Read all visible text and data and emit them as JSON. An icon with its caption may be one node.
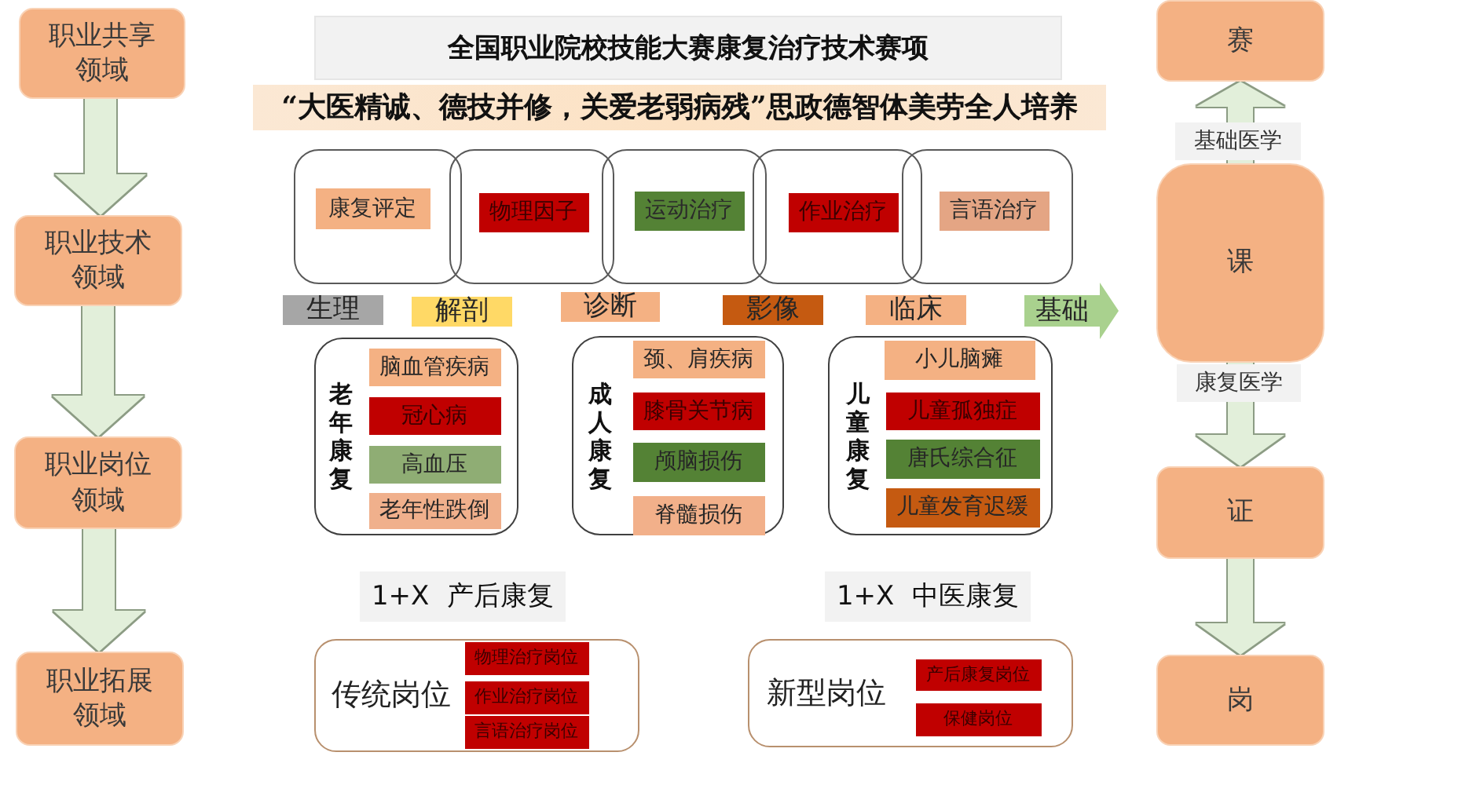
{
  "diagram": {
    "title": "全国职业院校技能大赛康复治疗技术赛项",
    "nodes": [
      {
        "text": [
          "职业共享领域"
        ]
      },
      {
        "text": [
          "职业技术领域"
        ]
      },
      {
        "text": [
          "职业岗位领域"
        ]
      },
      {
        "text": [
          "职业拓展领域"
        ]
      },
      {
        "text": [
          "“大医精诚、德技并修，关爱老弱病残”思政德智体美劳全人培养"
        ]
      },
      {
        "text": [],
        "shape": "box"
      },
      {
        "text": [
          "康复评定"
        ],
        "in": 5
      },
      {
        "text": [],
        "shape": "box"
      },
      {
        "text": [
          "物理因子"
        ],
        "in": 7
      },
      {
        "text": [],
        "shape": "box"
      },
      {
        "text": [
          "运动治疗"
        ],
        "in": 9
      },
      {
        "text": [],
        "shape": "box"
      },
      {
        "text": [
          "作业治疗"
        ],
        "in": 11
      },
      {
        "text": [],
        "shape": "box"
      },
      {
        "text": [
          "言语治疗"
        ],
        "in": 13
      },
      {
        "text": [
          "生理"
        ]
      },
      {
        "text": [
          "解剖"
        ]
      },
      {
        "text": [
          "诊断"
        ]
      },
      {
        "text": [
          "影像"
        ]
      },
      {
        "text": [
          "临床"
        ]
      },
      {
        "text": [
          "基础"
        ]
      },
      {
        "text": [
          "老年康复"
        ]
      },
      {
        "text": [
          "脑血管疾病"
        ],
        "in": 21
      },
      {
        "text": [
          "冠心病"
        ],
        "in": 21
      },
      {
        "text": [
          "高血压"
        ],
        "in": 21
      },
      {
        "text": [
          "老年性跌倒"
        ],
        "in": 21
      },
      {
        "text": [
          "成人康复"
        ]
      },
      {
        "text": [
          "颈、肩疾病"
        ],
        "in": 26
      },
      {
        "text": [
          "膝骨关节病"
        ],
        "in": 26
      },
      {
        "text": [
          "颅脑损伤"
        ],
        "in": 26
      },
      {
        "text": [
          "脊髓损伤"
        ],
        "in": 26
      },
      {
        "text": [
          "儿童康复"
        ]
      },
      {
        "text": [
          "小儿脑瘫"
        ],
        "in": 31
      },
      {
        "text": [
          "儿童孤独症"
        ],
        "in": 31
      },
      {
        "text": [
          "唐氏综合征"
        ],
        "in": 31
      },
      {
        "text": [
          "儿童发育迟缓"
        ],
        "in": 31
      },
      {
        "text": [
          "1+X 产后康复"
        ]
      },
      {
        "text": [
          "1+X 中医康复"
        ]
      },
      {
        "text": [
          "传统岗位"
        ]
      },
      {
        "text": [
          "物理治疗岗位"
        ],
        "in": 38
      },
      {
        "text": [
          "作业治疗岗位"
        ],
        "in": 38
      },
      {
        "text": [
          "言语治疗岗位"
        ],
        "in": 38
      },
      {
        "text": [
          "新型岗位"
        ]
      },
      {
        "text": [
          "产后康复岗位"
        ],
        "in": 42
      },
      {
        "text": [
          "保健岗位"
        ],
        "in": 42
      },
      {
        "text": [
          "赛"
        ]
      },
      {
        "text": [
          "课"
        ]
      },
      {
        "text": [
          "证"
        ]
      },
      {
        "text": [
          "岗"
        ]
      }
    ],
    "edges": [
      {
        "from": 0,
        "to": 1,
        "arrow": "to"
      },
      {
        "from": 1,
        "to": 2,
        "arrow": "to"
      },
      {
        "from": 2,
        "to": 3,
        "arrow": "to"
      },
      {
        "from": 46,
        "to": 45,
        "label": "基础医学",
        "arrow": "to"
      },
      {
        "from": 46,
        "to": 47,
        "label": "康复医学",
        "arrow": "to"
      },
      {
        "from": 47,
        "to": 48,
        "arrow": "to"
      }
    ]
  }
}
